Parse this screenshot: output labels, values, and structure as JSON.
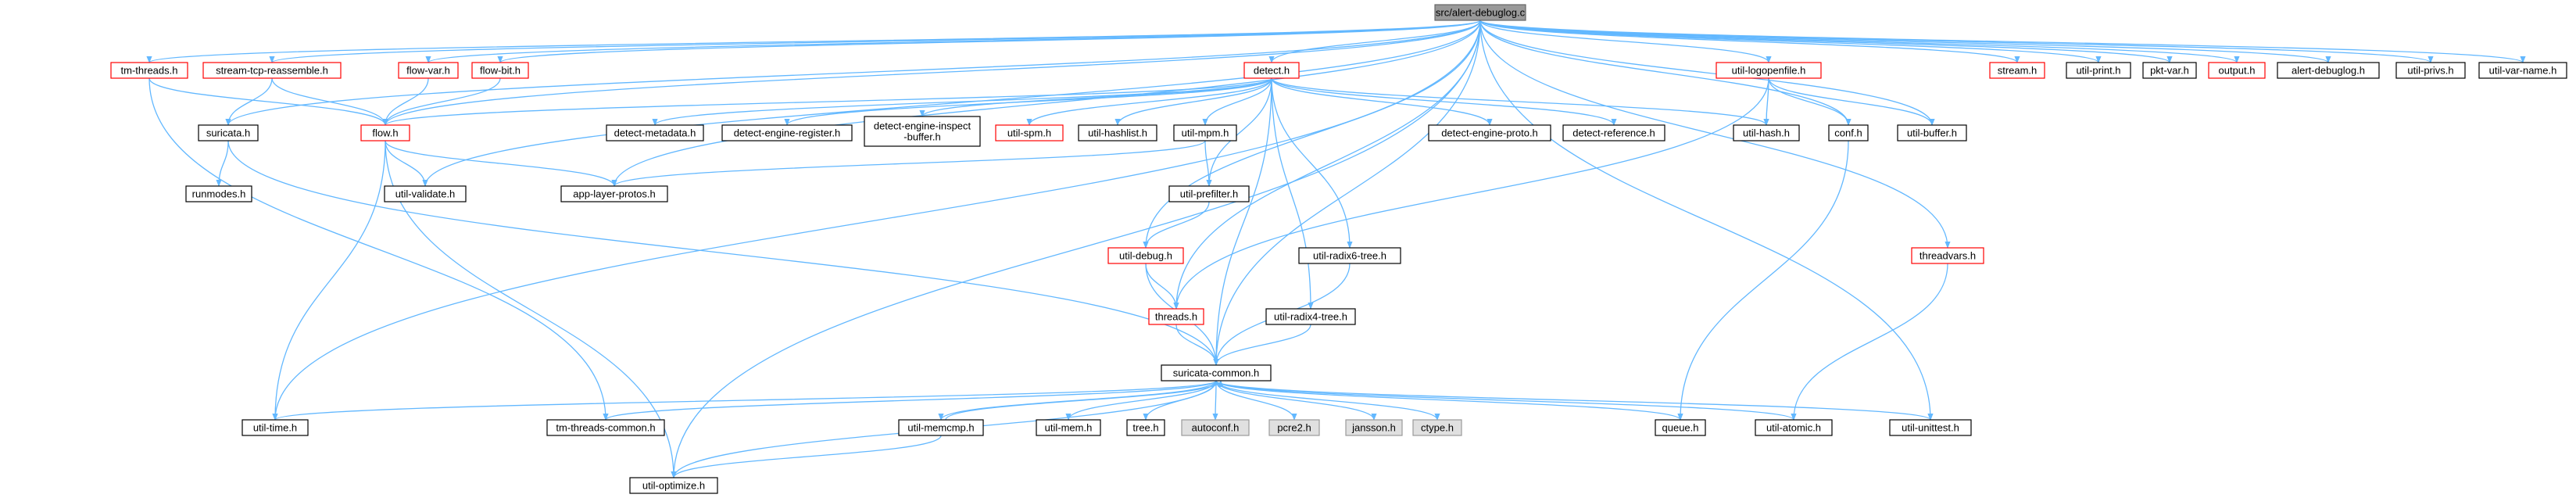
{
  "nodes": [
    {
      "id": "root",
      "label": "src/alert-debuglog.c",
      "style": "root"
    },
    {
      "id": "tmthreads",
      "label": "tm-threads.h",
      "style": "red"
    },
    {
      "id": "streamtcp",
      "label": "stream-tcp-reassemble.h",
      "style": "red"
    },
    {
      "id": "flowvar",
      "label": "flow-var.h",
      "style": "red"
    },
    {
      "id": "flowbit",
      "label": "flow-bit.h",
      "style": "red"
    },
    {
      "id": "detect",
      "label": "detect.h",
      "style": "red"
    },
    {
      "id": "logopen",
      "label": "util-logopenfile.h",
      "style": "red"
    },
    {
      "id": "stream",
      "label": "stream.h",
      "style": "red"
    },
    {
      "id": "print",
      "label": "util-print.h",
      "style": "black"
    },
    {
      "id": "pktvar",
      "label": "pkt-var.h",
      "style": "black"
    },
    {
      "id": "output",
      "label": "output.h",
      "style": "red"
    },
    {
      "id": "alertdbg",
      "label": "alert-debuglog.h",
      "style": "black"
    },
    {
      "id": "privs",
      "label": "util-privs.h",
      "style": "black"
    },
    {
      "id": "varname",
      "label": "util-var-name.h",
      "style": "black"
    },
    {
      "id": "suricata",
      "label": "suricata.h",
      "style": "black"
    },
    {
      "id": "flow",
      "label": "flow.h",
      "style": "red"
    },
    {
      "id": "metadata",
      "label": "detect-metadata.h",
      "style": "black"
    },
    {
      "id": "enginereg",
      "label": "detect-engine-register.h",
      "style": "black"
    },
    {
      "id": "inspect",
      "label": [
        "detect-engine-inspect",
        "-buffer.h"
      ],
      "style": "black"
    },
    {
      "id": "spm",
      "label": "util-spm.h",
      "style": "red"
    },
    {
      "id": "hashlist",
      "label": "util-hashlist.h",
      "style": "black"
    },
    {
      "id": "mpm",
      "label": "util-mpm.h",
      "style": "black"
    },
    {
      "id": "proto",
      "label": "detect-engine-proto.h",
      "style": "black"
    },
    {
      "id": "reference",
      "label": "detect-reference.h",
      "style": "black"
    },
    {
      "id": "hash",
      "label": "util-hash.h",
      "style": "black"
    },
    {
      "id": "conf",
      "label": "conf.h",
      "style": "black"
    },
    {
      "id": "buffer",
      "label": "util-buffer.h",
      "style": "black"
    },
    {
      "id": "runmodes",
      "label": "runmodes.h",
      "style": "black"
    },
    {
      "id": "validate",
      "label": "util-validate.h",
      "style": "black"
    },
    {
      "id": "approto",
      "label": "app-layer-protos.h",
      "style": "black"
    },
    {
      "id": "prefilter",
      "label": "util-prefilter.h",
      "style": "black"
    },
    {
      "id": "radix6",
      "label": "util-radix6-tree.h",
      "style": "black"
    },
    {
      "id": "debug",
      "label": "util-debug.h",
      "style": "red"
    },
    {
      "id": "threadvars",
      "label": "threadvars.h",
      "style": "red"
    },
    {
      "id": "threads",
      "label": "threads.h",
      "style": "red"
    },
    {
      "id": "radix4",
      "label": "util-radix4-tree.h",
      "style": "black"
    },
    {
      "id": "common",
      "label": "suricata-common.h",
      "style": "black"
    },
    {
      "id": "time",
      "label": "util-time.h",
      "style": "black"
    },
    {
      "id": "tmcommon",
      "label": "tm-threads-common.h",
      "style": "black"
    },
    {
      "id": "memcmp",
      "label": "util-memcmp.h",
      "style": "black"
    },
    {
      "id": "mem",
      "label": "util-mem.h",
      "style": "black"
    },
    {
      "id": "tree",
      "label": "tree.h",
      "style": "black"
    },
    {
      "id": "autoconf",
      "label": "autoconf.h",
      "style": "gray"
    },
    {
      "id": "pcre2",
      "label": "pcre2.h",
      "style": "gray"
    },
    {
      "id": "jansson",
      "label": "jansson.h",
      "style": "gray"
    },
    {
      "id": "ctype",
      "label": "ctype.h",
      "style": "gray"
    },
    {
      "id": "queue",
      "label": "queue.h",
      "style": "black"
    },
    {
      "id": "atomic",
      "label": "util-atomic.h",
      "style": "black"
    },
    {
      "id": "unittest",
      "label": "util-unittest.h",
      "style": "black"
    },
    {
      "id": "optimize",
      "label": "util-optimize.h",
      "style": "black"
    }
  ],
  "edges": [
    [
      "root",
      "tmthreads"
    ],
    [
      "root",
      "streamtcp"
    ],
    [
      "root",
      "flowvar"
    ],
    [
      "root",
      "flowbit"
    ],
    [
      "root",
      "detect"
    ],
    [
      "root",
      "logopen"
    ],
    [
      "root",
      "stream"
    ],
    [
      "root",
      "print"
    ],
    [
      "root",
      "pktvar"
    ],
    [
      "root",
      "output"
    ],
    [
      "root",
      "alertdbg"
    ],
    [
      "root",
      "privs"
    ],
    [
      "root",
      "varname"
    ],
    [
      "root",
      "suricata"
    ],
    [
      "root",
      "flow"
    ],
    [
      "root",
      "validate"
    ],
    [
      "root",
      "approto"
    ],
    [
      "root",
      "threads"
    ],
    [
      "root",
      "common"
    ],
    [
      "root",
      "time"
    ],
    [
      "root",
      "optimize"
    ],
    [
      "root",
      "conf"
    ],
    [
      "root",
      "buffer"
    ],
    [
      "root",
      "threadvars"
    ],
    [
      "root",
      "unittest"
    ],
    [
      "root",
      "debug"
    ],
    [
      "tmthreads",
      "tmcommon"
    ],
    [
      "tmthreads",
      "flow"
    ],
    [
      "streamtcp",
      "suricata"
    ],
    [
      "streamtcp",
      "flow"
    ],
    [
      "flowvar",
      "flow"
    ],
    [
      "flowbit",
      "flow"
    ],
    [
      "detect",
      "flow"
    ],
    [
      "detect",
      "metadata"
    ],
    [
      "detect",
      "enginereg"
    ],
    [
      "detect",
      "inspect"
    ],
    [
      "detect",
      "spm"
    ],
    [
      "detect",
      "hashlist"
    ],
    [
      "detect",
      "mpm"
    ],
    [
      "detect",
      "proto"
    ],
    [
      "detect",
      "reference"
    ],
    [
      "detect",
      "hash"
    ],
    [
      "detect",
      "prefilter"
    ],
    [
      "detect",
      "radix6"
    ],
    [
      "detect",
      "radix4"
    ],
    [
      "detect",
      "common"
    ],
    [
      "logopen",
      "hash"
    ],
    [
      "logopen",
      "conf"
    ],
    [
      "logopen",
      "buffer"
    ],
    [
      "logopen",
      "threads"
    ],
    [
      "suricata",
      "runmodes"
    ],
    [
      "suricata",
      "common"
    ],
    [
      "flow",
      "validate"
    ],
    [
      "flow",
      "approto"
    ],
    [
      "flow",
      "time"
    ],
    [
      "flow",
      "optimize"
    ],
    [
      "mpm",
      "approto"
    ],
    [
      "mpm",
      "prefilter"
    ],
    [
      "prefilter",
      "debug"
    ],
    [
      "radix6",
      "common"
    ],
    [
      "debug",
      "threads"
    ],
    [
      "debug",
      "common"
    ],
    [
      "threads",
      "common"
    ],
    [
      "radix4",
      "common"
    ],
    [
      "threadvars",
      "atomic"
    ],
    [
      "conf",
      "queue"
    ],
    [
      "common",
      "time"
    ],
    [
      "common",
      "tmcommon"
    ],
    [
      "common",
      "memcmp"
    ],
    [
      "common",
      "mem"
    ],
    [
      "common",
      "tree"
    ],
    [
      "common",
      "autoconf"
    ],
    [
      "common",
      "pcre2"
    ],
    [
      "common",
      "jansson"
    ],
    [
      "common",
      "ctype"
    ],
    [
      "common",
      "queue"
    ],
    [
      "common",
      "atomic"
    ],
    [
      "common",
      "unittest"
    ],
    [
      "common",
      "optimize"
    ],
    [
      "memcmp",
      "common"
    ],
    [
      "memcmp",
      "optimize"
    ]
  ],
  "colors": {
    "edge": "#63b8ff",
    "red_border": "#ff0000",
    "black_border": "#000000",
    "root_fill": "#999999",
    "root_border": "#666666",
    "gray_fill": "#e0e0e0",
    "gray_border": "#999999",
    "box_fill": "#ffffff"
  }
}
